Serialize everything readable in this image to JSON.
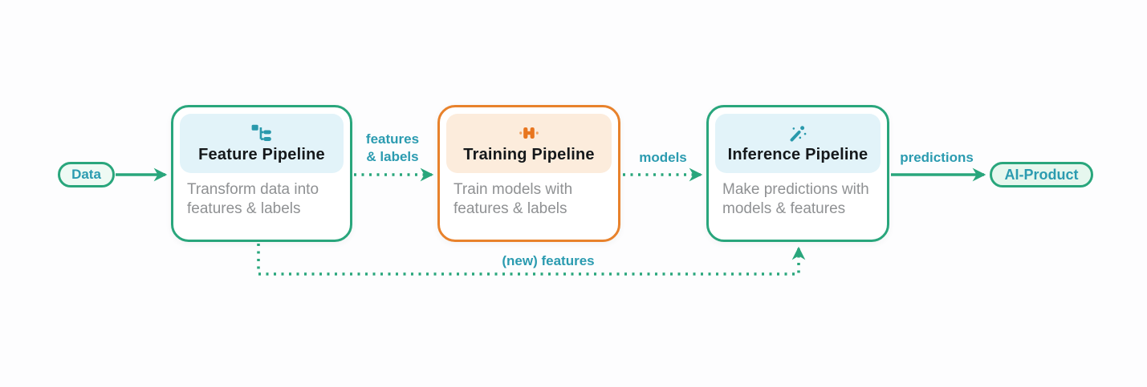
{
  "diagram": {
    "title_hint": "ML pipelines architecture diagram",
    "colors": {
      "green_accent": "#29a67c",
      "teal_text": "#2b9bb0",
      "orange_accent": "#e8822c",
      "header_blue": "#e2f3f9",
      "header_peach": "#fcecdc",
      "node_title": "#15181b",
      "body_gray": "#8f9193",
      "data_pill_bg": "#eefaf4",
      "ai_pill_bg": "#e6f7ee"
    },
    "source_node": {
      "label": "Data"
    },
    "sink_node": {
      "label": "AI-Product"
    },
    "nodes": [
      {
        "id": "feature-pipeline",
        "title": "Feature Pipeline",
        "description_line1": "Transform data into",
        "description_line2": "features & labels",
        "icon": "tree-structure-icon",
        "accent": "green"
      },
      {
        "id": "training-pipeline",
        "title": "Training Pipeline",
        "description_line1": "Train models with",
        "description_line2": "features & labels",
        "icon": "dumbbell-icon",
        "accent": "orange"
      },
      {
        "id": "inference-pipeline",
        "title": "Inference Pipeline",
        "description_line1": "Make predictions with",
        "description_line2": "models & features",
        "icon": "magic-wand-icon",
        "accent": "green"
      }
    ],
    "edges": [
      {
        "from": "Data",
        "to": "Feature Pipeline",
        "style": "solid",
        "label": ""
      },
      {
        "from": "Feature Pipeline",
        "to": "Training Pipeline",
        "style": "dotted",
        "label_line1": "features",
        "label_line2": "& labels"
      },
      {
        "from": "Training Pipeline",
        "to": "Inference Pipeline",
        "style": "dotted",
        "label": "models"
      },
      {
        "from": "Inference Pipeline",
        "to": "AI-Product",
        "style": "solid",
        "label": "predictions"
      },
      {
        "from": "Feature Pipeline",
        "to": "Inference Pipeline",
        "style": "dotted",
        "path": "bottom-feedback",
        "label": "(new) features"
      }
    ]
  }
}
